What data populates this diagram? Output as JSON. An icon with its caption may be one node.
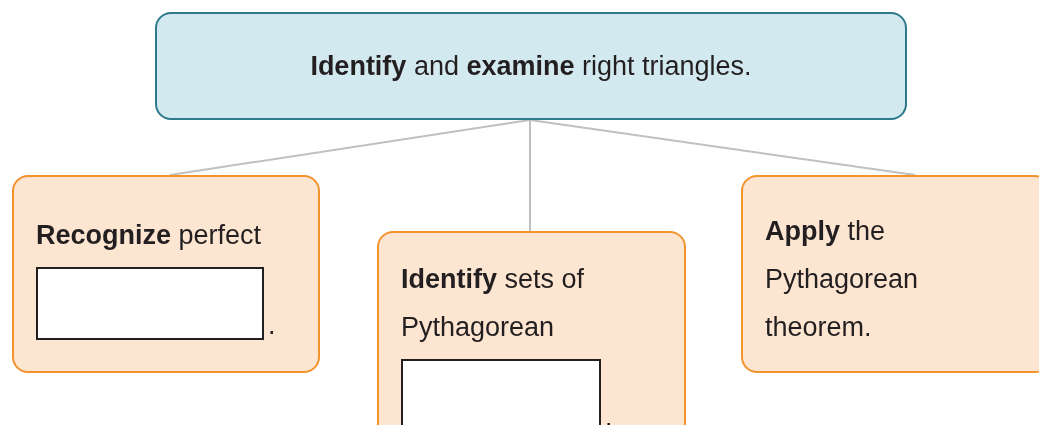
{
  "diagram": {
    "nodes": [
      {
        "text": [
          "**Identify** and **examine** right triangles."
        ]
      },
      {
        "text": [
          "**Recognize** perfect",
          "."
        ]
      },
      {
        "text": [
          "**Identify** sets of Pythagorean",
          "."
        ]
      },
      {
        "text": [
          "**Apply** the Pythagorean theorem."
        ]
      }
    ],
    "edges": [
      {
        "from": 0,
        "to": 1,
        "arrow": "none"
      },
      {
        "from": 0,
        "to": 2,
        "arrow": "none"
      },
      {
        "from": 0,
        "to": 3,
        "arrow": "none"
      }
    ]
  }
}
